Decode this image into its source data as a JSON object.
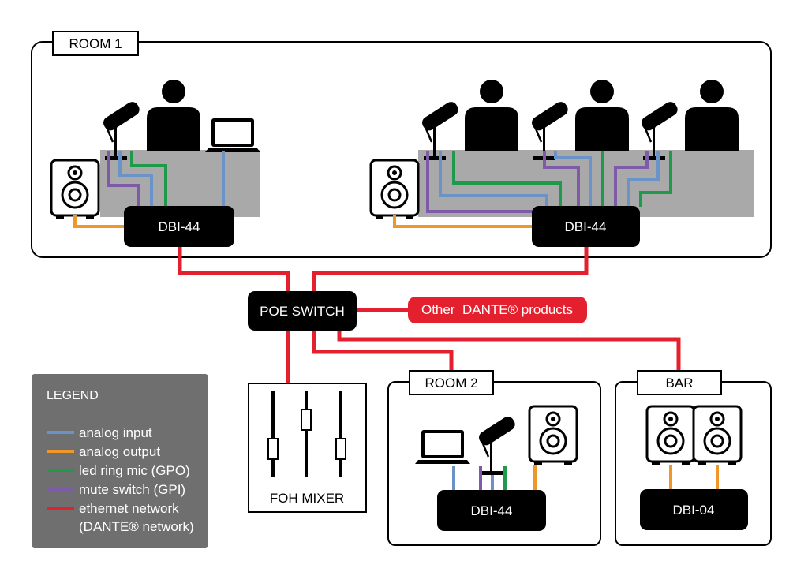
{
  "rooms": {
    "room1": "ROOM 1",
    "room2": "ROOM 2",
    "bar": "BAR"
  },
  "devices": {
    "dbi44_left": "DBI-44",
    "dbi44_right": "DBI-44",
    "dbi44_room2": "DBI-44",
    "dbi04_bar": "DBI-04",
    "poe_switch": "POE SWITCH",
    "foh_mixer": "FOH MIXER",
    "other_dante": "Other  DANTE® products"
  },
  "legend": {
    "title": "LEGEND",
    "items": [
      {
        "label": "analog input",
        "color": "#6b93c7"
      },
      {
        "label": "analog output",
        "color": "#f0972a"
      },
      {
        "label": "led ring mic (GPO)",
        "color": "#1f9a4a"
      },
      {
        "label": "mute switch (GPI)",
        "color": "#7e5ba6"
      },
      {
        "label": "ethernet network",
        "color": "#e5202e"
      },
      {
        "label": "(DANTE® network)",
        "color": ""
      }
    ]
  },
  "colors": {
    "ethernet": "#e5202e",
    "analog_input": "#6b93c7",
    "analog_output": "#f0972a",
    "led_ring": "#1f9a4a",
    "mute": "#7e5ba6",
    "device_bg": "#000000",
    "table": "#a9a9a9",
    "legend_bg": "#6f6f6f"
  },
  "icons": [
    "person-icon",
    "microphone-icon",
    "laptop-icon",
    "speaker-icon",
    "fader-icon"
  ]
}
